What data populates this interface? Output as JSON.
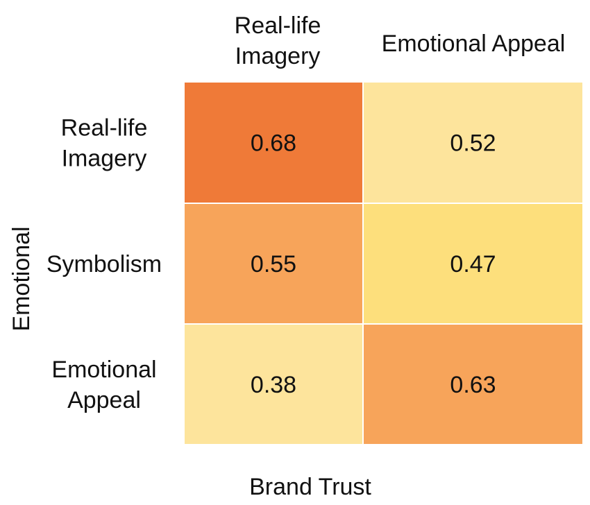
{
  "chart_data": {
    "type": "heatmap",
    "title": "",
    "xlabel": "Brand Trust",
    "ylabel": "Emotional",
    "columns": [
      [
        "Real-life",
        "Imagery"
      ],
      [
        "Emotional Appeal"
      ]
    ],
    "rows": [
      [
        "Real-life",
        "Imagery"
      ],
      [
        "Symbolism"
      ],
      [
        "Emotional",
        "Appeal"
      ]
    ],
    "values": [
      [
        0.68,
        0.52
      ],
      [
        0.55,
        0.47
      ],
      [
        0.38,
        0.63
      ]
    ],
    "value_labels": [
      [
        "0.68",
        "0.52"
      ],
      [
        "0.55",
        "0.47"
      ],
      [
        "0.38",
        "0.63"
      ]
    ],
    "cell_colors": [
      [
        "#ef7a38",
        "#fde49c"
      ],
      [
        "#f7a45a",
        "#fddf7c"
      ],
      [
        "#fde49c",
        "#f7a45a"
      ]
    ],
    "grid": false,
    "legend": "none"
  }
}
